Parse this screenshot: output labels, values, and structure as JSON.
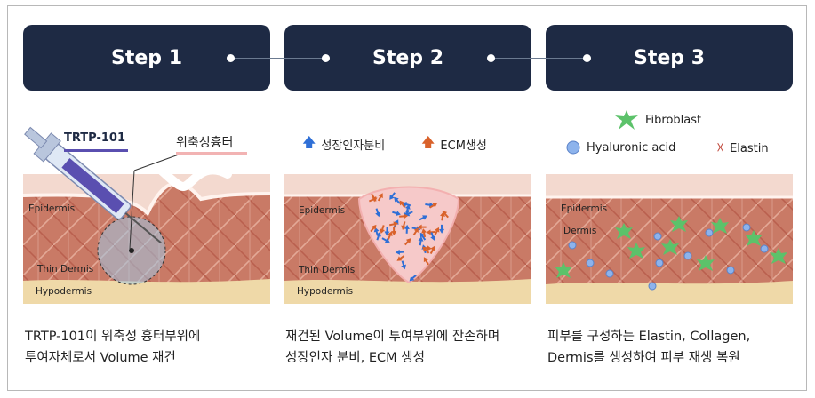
{
  "steps": [
    {
      "label": "Step 1",
      "caption_line1": "TRTP-101이 위축성 흉터부위에",
      "caption_line2": "투여자체로서 Volume 재건"
    },
    {
      "label": "Step 2",
      "caption_line1": "재건된 Volume이 투여부위에 잔존하며",
      "caption_line2": "성장인자 분비, ECM 생성"
    },
    {
      "label": "Step 3",
      "caption_line1": "피부를 구성하는 Elastin, Collagen,",
      "caption_line2": "Dermis를 생성하여 피부 재생 복원"
    }
  ],
  "panel1": {
    "product": "TRTP-101",
    "scar": "위축성흉터",
    "epidermis": "Epidermis",
    "thin_dermis": "Thin Dermis",
    "hypodermis": "Hypodermis"
  },
  "panel2": {
    "growth_factor": "성장인자분비",
    "ecm": "ECM생성",
    "epidermis": "Epidermis",
    "thin_dermis": "Thin Dermis",
    "hypodermis": "Hypodermis"
  },
  "panel3": {
    "fibroblast": "Fibroblast",
    "hyaluronic": "Hyaluronic acid",
    "elastin": "Elastin",
    "epidermis": "Epidermis",
    "dermis": "Dermis"
  },
  "colors": {
    "pill": "#1e2a44",
    "skin_top": "#f3d9cf",
    "dermis": "#c97a66",
    "hypodermis": "#efd9a8",
    "blue_arrow": "#2f6fd6",
    "orange_arrow": "#d9622b",
    "fibroblast": "#5cc26a",
    "hyaluronic": "#8db3ec",
    "elastin": "#c0473a"
  }
}
